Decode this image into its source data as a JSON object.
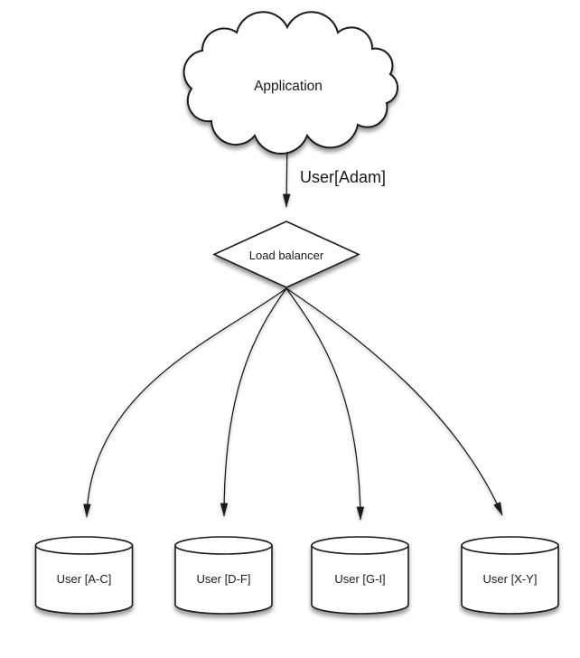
{
  "diagram": {
    "nodes": {
      "application": {
        "label": "Application",
        "shape": "cloud"
      },
      "load_balancer": {
        "label": "Load balancer",
        "shape": "diamond"
      },
      "shards": [
        {
          "label": "User [A-C]",
          "shape": "cylinder"
        },
        {
          "label": "User [D-F]",
          "shape": "cylinder"
        },
        {
          "label": "User [G-I]",
          "shape": "cylinder"
        },
        {
          "label": "User [X-Y]",
          "shape": "cylinder"
        }
      ]
    },
    "edges": {
      "app_to_lb": {
        "label": "User[Adam]"
      }
    },
    "colors": {
      "stroke": "#1a1a1a",
      "node_fill": "#ffffff",
      "background": "#ffffff"
    }
  }
}
